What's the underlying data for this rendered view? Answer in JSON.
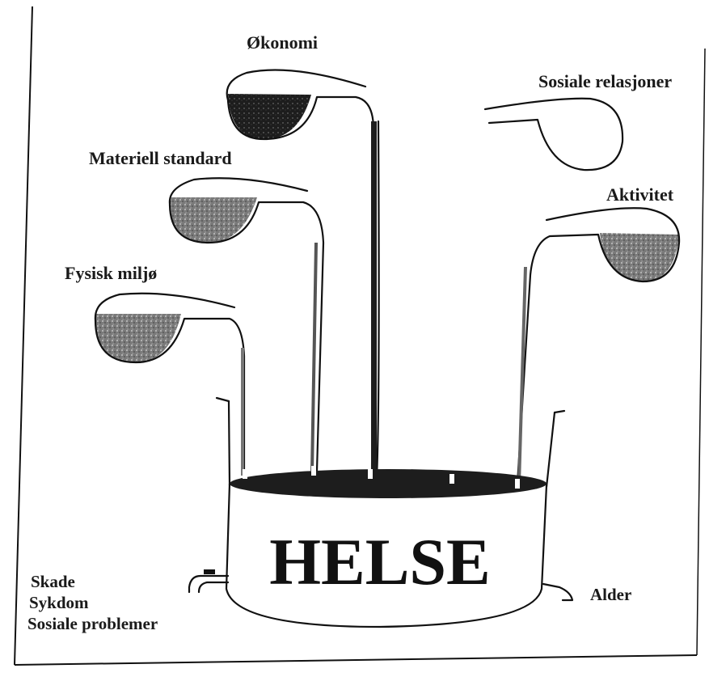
{
  "title": "HELSE",
  "flasks": [
    {
      "label": "Økonomi",
      "fill_level": "full"
    },
    {
      "label": "Sosiale relasjoner",
      "fill_level": "empty"
    },
    {
      "label": "Materiell standard",
      "fill_level": "partial"
    },
    {
      "label": "Aktivitet",
      "fill_level": "partial"
    },
    {
      "label": "Fysisk miljø",
      "fill_level": "partial"
    }
  ],
  "drains": {
    "left": [
      "Skade",
      "Sykdom",
      "Sosiale problemer"
    ],
    "right": "Alder"
  },
  "colors": {
    "ink": "#111111",
    "full_liquid": "#1d1d1d",
    "partial_liquid": "#6a6a6a"
  }
}
